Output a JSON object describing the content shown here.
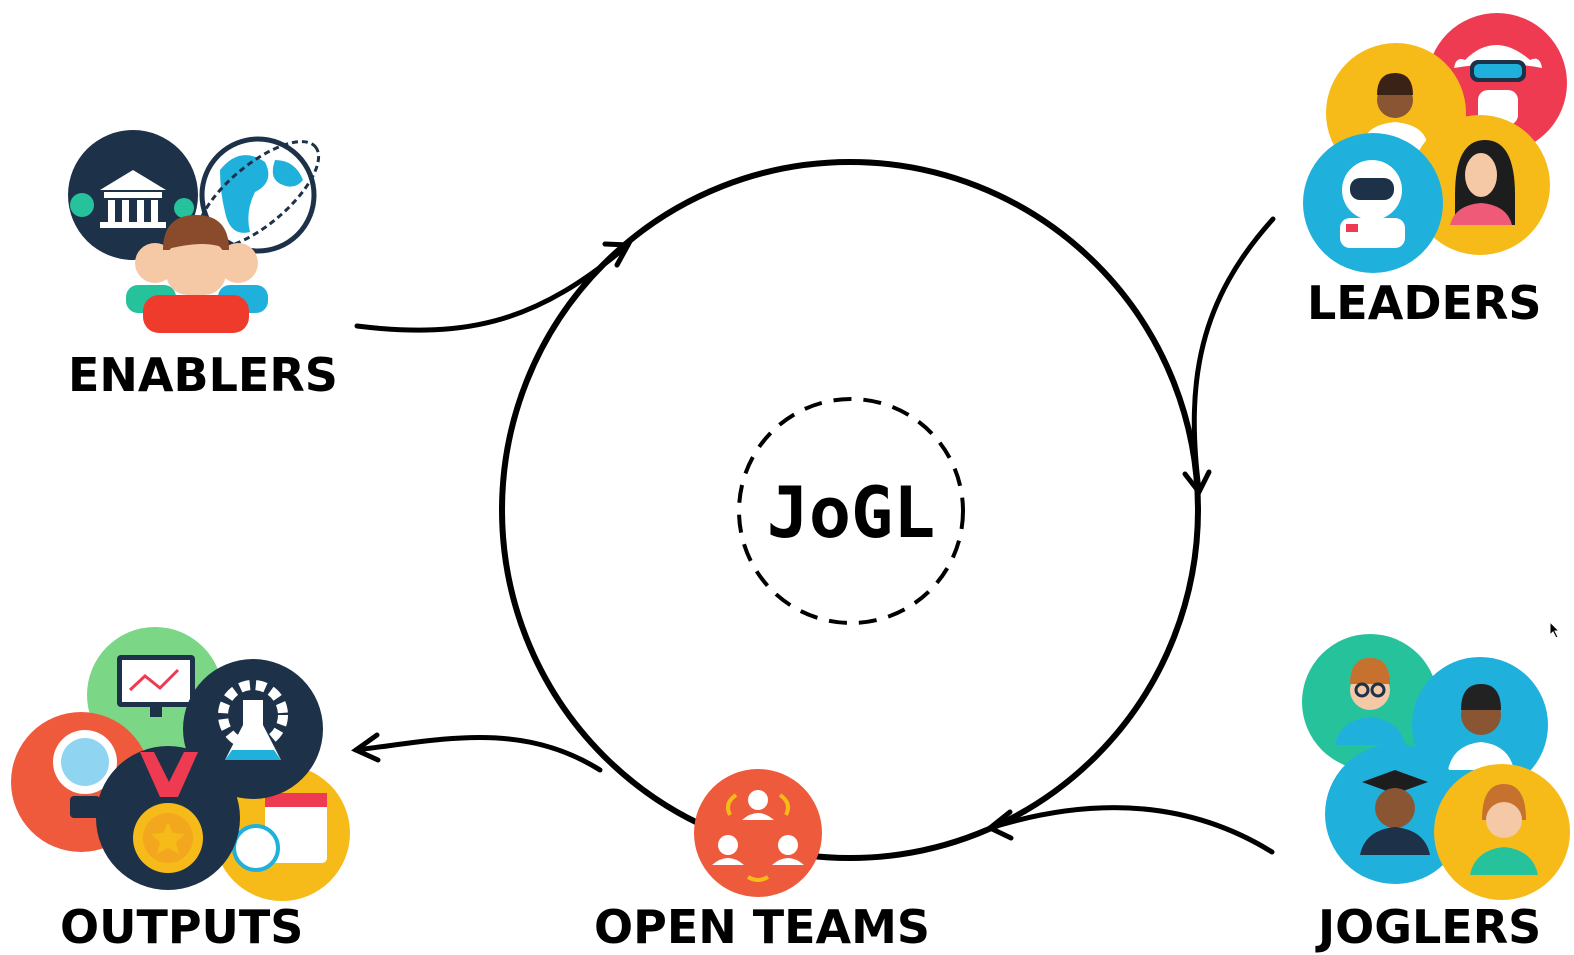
{
  "center": {
    "title": "JoGL"
  },
  "nodes": {
    "enablers": {
      "label": "ENABLERS"
    },
    "leaders": {
      "label": "LEADERS"
    },
    "outputs": {
      "label": "OUTPUTS"
    },
    "open_teams": {
      "label": "OPEN TEAMS"
    },
    "joglers": {
      "label": "JOGLERS"
    }
  },
  "colors": {
    "navy": "#1d3148",
    "yellow": "#f6bb19",
    "red": "#ef3b52",
    "orange": "#ee5a3c",
    "blue": "#1fb0dc",
    "teal": "#26c29c",
    "green": "#7bd686",
    "skin": "#f5c9a5"
  }
}
